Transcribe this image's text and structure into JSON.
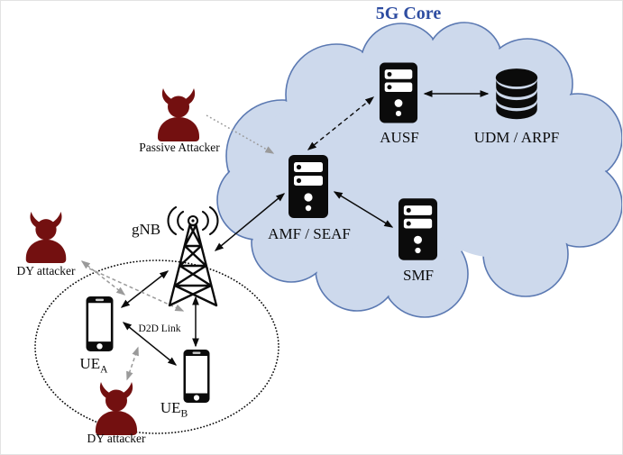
{
  "title": "5G Core",
  "colors": {
    "cloud_fill": "#cdd9ec",
    "cloud_stroke": "#5b79b2",
    "title_blue": "#2e4da1",
    "attacker_red": "#731010",
    "dashed_gray": "#9a9a9a",
    "ink": "#0b0b0b"
  },
  "nodes": {
    "ausf": {
      "label": "AUSF"
    },
    "udm": {
      "label": "UDM / ARPF"
    },
    "amf": {
      "label": "AMF / SEAF"
    },
    "smf": {
      "label": "SMF"
    },
    "gnb": {
      "label": "gNB"
    },
    "ue_a": {
      "label": "UE",
      "subscript": "A"
    },
    "ue_b": {
      "label": "UE",
      "subscript": "B"
    }
  },
  "links": {
    "d2d": {
      "label": "D2D Link"
    }
  },
  "attackers": {
    "passive": {
      "label": "Passive Attacker"
    },
    "dy_top": {
      "label": "DY attacker"
    },
    "dy_bottom": {
      "label": "DY attacker"
    }
  }
}
